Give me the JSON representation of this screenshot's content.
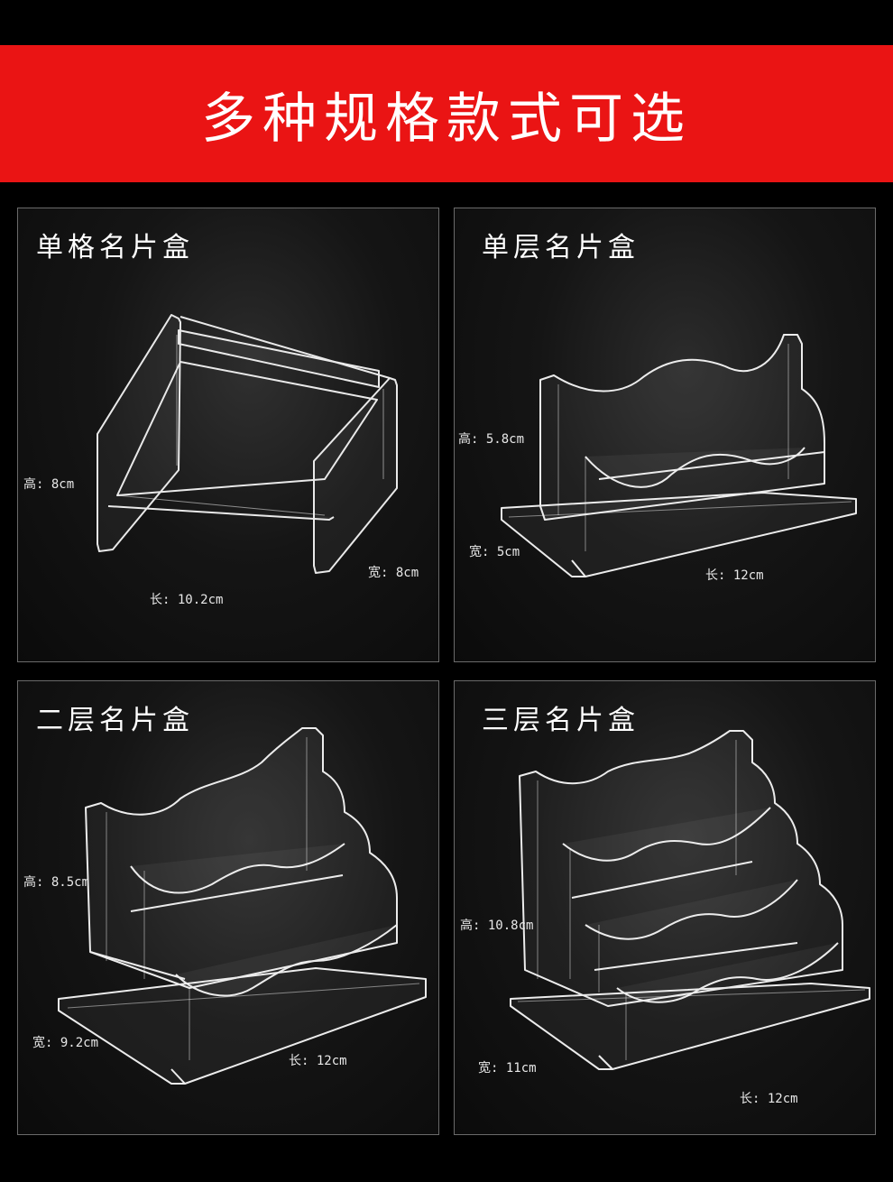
{
  "banner": {
    "title": "多种规格款式可选",
    "color": "#ea1414"
  },
  "panels": [
    {
      "title": "单格名片盒",
      "dims": {
        "height": "高: 8cm",
        "width": "宽: 8cm",
        "length": "长: 10.2cm"
      }
    },
    {
      "title": "单层名片盒",
      "dims": {
        "height": "高: 5.8cm",
        "width": "宽: 5cm",
        "length": "长: 12cm"
      }
    },
    {
      "title": "二层名片盒",
      "dims": {
        "height": "高: 8.5cm",
        "width": "宽: 9.2cm",
        "length": "长: 12cm"
      }
    },
    {
      "title": "三层名片盒",
      "dims": {
        "height": "高: 10.8cm",
        "width": "宽: 11cm",
        "length": "长: 12cm"
      }
    }
  ]
}
